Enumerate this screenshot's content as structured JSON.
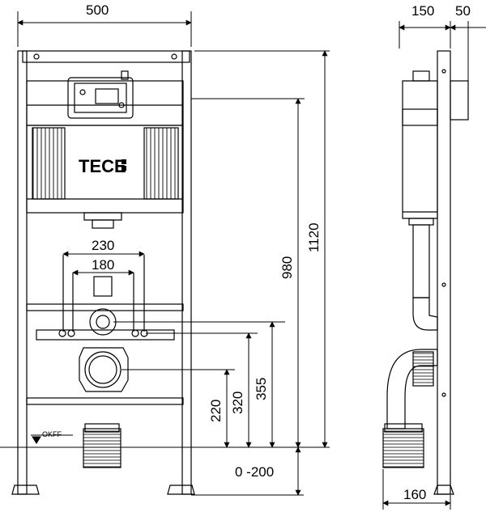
{
  "brand": {
    "logo_text": "TECE"
  },
  "dimensions": {
    "frame_width": "500",
    "side_depth": "150",
    "side_offset": "50",
    "pipe_spacing_outer": "230",
    "pipe_spacing_inner": "180",
    "height_980": "980",
    "height_1120": "1120",
    "height_355": "355",
    "height_320": "320",
    "height_220": "220",
    "floor_range": "0 -200",
    "foot_depth": "160"
  },
  "labels": {
    "floor_level": "OKFF"
  }
}
